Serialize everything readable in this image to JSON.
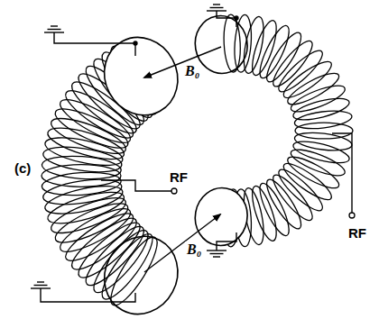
{
  "diagram": {
    "labels": [
      "(c)",
      "B₀",
      "RF",
      "B₀",
      "RF"
    ]
  }
}
